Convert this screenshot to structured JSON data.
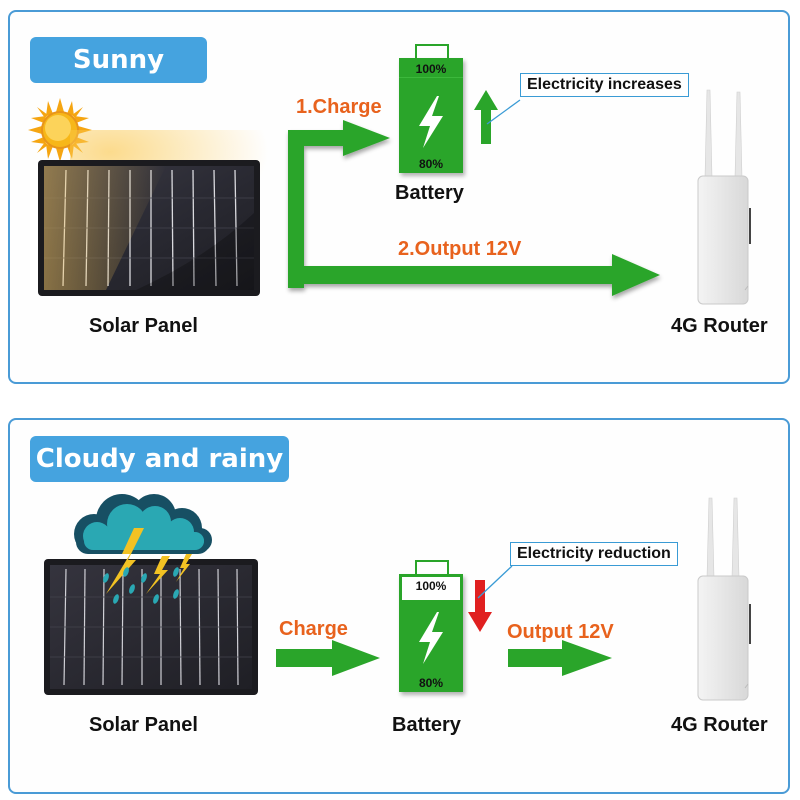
{
  "sunny": {
    "title": "Sunny",
    "charge_label": "1.Charge",
    "output_label": "2.Output 12V",
    "callout": "Electricity increases",
    "battery": {
      "label": "Battery",
      "top_pct": "100%",
      "bottom_pct": "80%",
      "level": 1.0
    },
    "solar_label": "Solar Panel",
    "router_label": "4G Router",
    "indicator": "up-arrow"
  },
  "cloudy": {
    "title": "Cloudy and rainy",
    "charge_label": "Charge",
    "output_label": "Output 12V",
    "callout": "Electricity reduction",
    "battery": {
      "label": "Battery",
      "top_pct": "100%",
      "bottom_pct": "80%",
      "level": 0.8
    },
    "solar_label": "Solar Panel",
    "router_label": "4G Router",
    "indicator": "down-arrow"
  },
  "colors": {
    "accent_blue": "#45a3df",
    "arrow_green": "#2aa52a",
    "label_orange": "#e8621d",
    "reduction_red": "#e02020"
  }
}
